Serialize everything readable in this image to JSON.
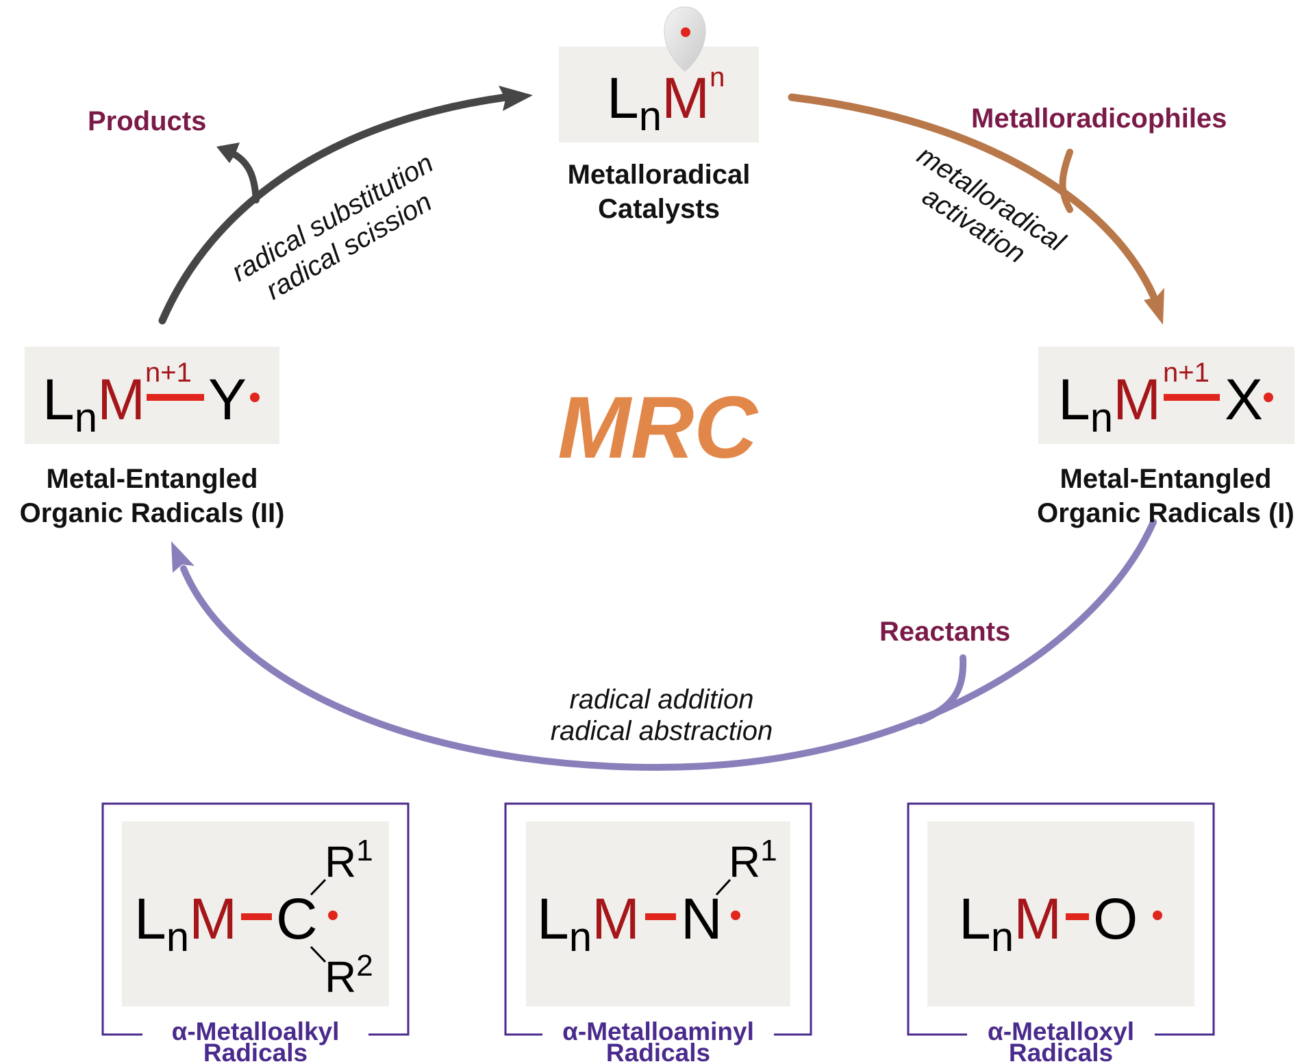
{
  "colors": {
    "metal": "#a4161a",
    "radical_dot": "#e0261c",
    "bond": "#e0261c",
    "panel_bg": "#f1efeb",
    "arrow_dark": "#464646",
    "arrow_brown": "#b8784a",
    "arrow_purple": "#8a7fba",
    "label_maroon": "#7a1a48",
    "label_purple": "#4a2a8c",
    "mrc_orange": "#e2874a"
  },
  "catalyst": {
    "L": "L",
    "n": "n",
    "M": "M",
    "ox": "n",
    "label_line1": "Metalloradical",
    "label_line2": "Catalysts"
  },
  "intermediate_I": {
    "L": "L",
    "n": "n",
    "M": "M",
    "ox": "n+1",
    "X": "X",
    "label_line1": "Metal-Entangled",
    "label_line2": "Organic Radicals (I)"
  },
  "intermediate_II": {
    "L": "L",
    "n": "n",
    "M": "M",
    "ox": "n+1",
    "Y": "Y",
    "label_line1": "Metal-Entangled",
    "label_line2": "Organic Radicals (II)"
  },
  "center_label": "MRC",
  "inputs": {
    "metalloradicophiles": "Metalloradicophiles",
    "reactants": "Reactants",
    "products": "Products"
  },
  "steps": {
    "activation_line1": "metalloradical",
    "activation_line2": "activation",
    "addition_line1": "radical addition",
    "addition_line2": "radical abstraction",
    "substitution_line1": "radical substitution",
    "substitution_line2": "radical scission"
  },
  "radical_types": [
    {
      "L": "L",
      "n": "n",
      "M": "M",
      "atom": "C",
      "R1": "R",
      "R1_sup": "1",
      "R2": "R",
      "R2_sup": "2",
      "label_line1": "α-Metalloalkyl",
      "label_line2": "Radicals"
    },
    {
      "L": "L",
      "n": "n",
      "M": "M",
      "atom": "N",
      "R1": "R",
      "R1_sup": "1",
      "label_line1": "α-Metalloaminyl",
      "label_line2": "Radicals"
    },
    {
      "L": "L",
      "n": "n",
      "M": "M",
      "atom": "O",
      "label_line1": "α-Metalloxyl",
      "label_line2": "Radicals"
    }
  ]
}
